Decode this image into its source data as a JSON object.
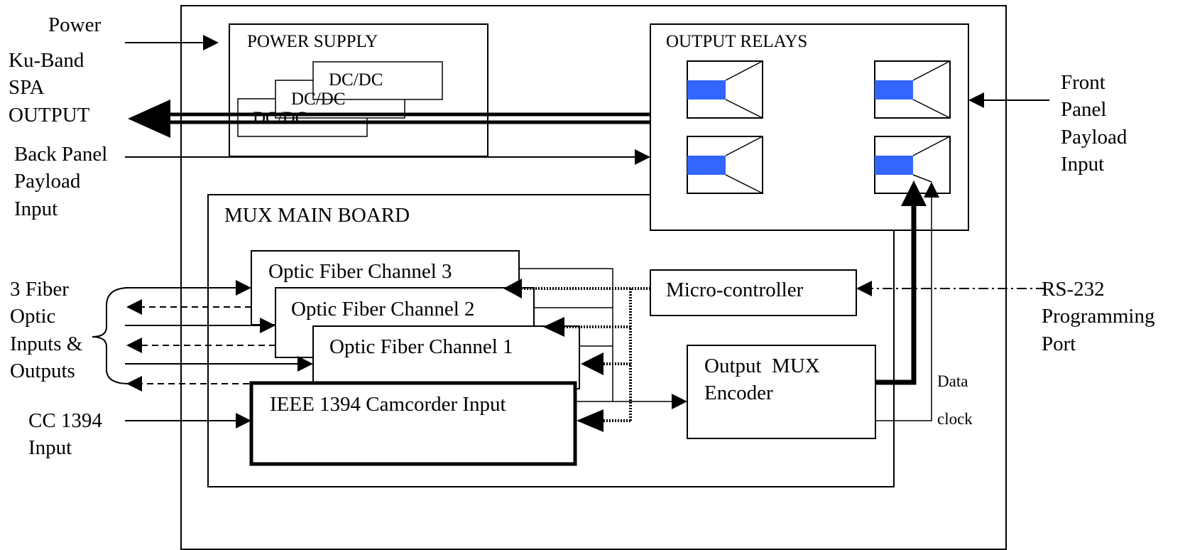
{
  "labels": {
    "power": "Power",
    "ku_band_line1": "Ku-Band",
    "ku_band_line2": "SPA",
    "ku_band_line3": "OUTPUT",
    "back_panel_line1": "Back Panel",
    "back_panel_line2": "Payload",
    "back_panel_line3": "Input",
    "fiber_io_line1": "3 Fiber",
    "fiber_io_line2": "Optic",
    "fiber_io_line3": "Inputs &",
    "fiber_io_line4": "Outputs",
    "cc1394_line1": "CC 1394",
    "cc1394_line2": "Input",
    "front_panel_line1": "Front",
    "front_panel_line2": "Panel",
    "front_panel_line3": "Payload",
    "front_panel_line4": "Input",
    "rs232_line1": "RS-232",
    "rs232_line2": "Programming",
    "rs232_line3": "Port",
    "data": "Data",
    "clock": "clock"
  },
  "blocks": {
    "power_supply": "POWER SUPPLY",
    "dcdc_front": "DC/DC",
    "dcdc_middle": "DC/DC",
    "dcdc_back": "DC/DC",
    "output_relays": "OUTPUT RELAYS",
    "mux_main_board": "MUX MAIN BOARD",
    "ofc3": "Optic Fiber Channel 3",
    "ofc2": "Optic Fiber Channel 2",
    "ofc1": "Optic Fiber Channel 1",
    "ieee1394": "IEEE 1394 Camcorder Input",
    "micro_controller": "Micro-controller",
    "mux_encoder_line1": "Output  MUX",
    "mux_encoder_line2": "Encoder"
  },
  "colors": {
    "relay_accent": "#3366ff",
    "line": "#000000"
  }
}
